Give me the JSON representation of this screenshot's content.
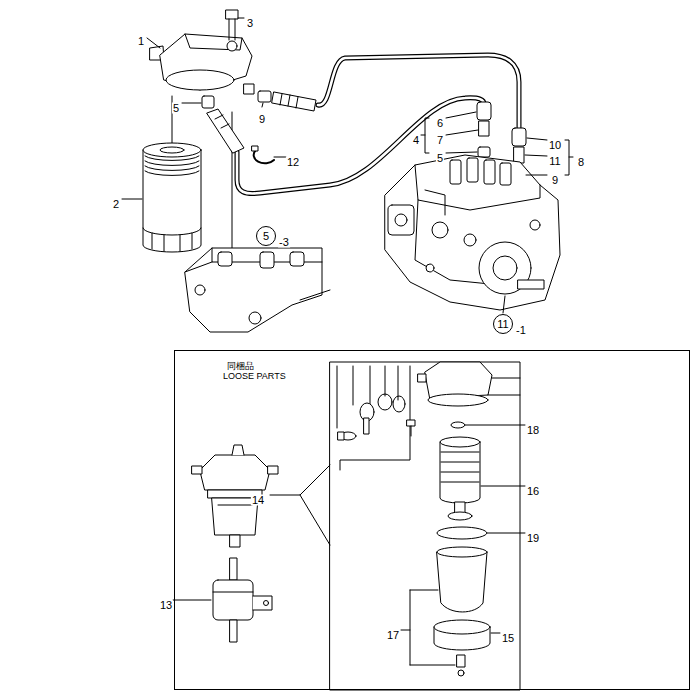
{
  "diagram": {
    "nodes": [
      {
        "text": [
          "同梱品",
          "LOOSE PARTS"
        ]
      },
      {
        "text": [
          "5"
        ]
      },
      {
        "text": [
          "11"
        ]
      }
    ],
    "labels": [
      "1",
      "3",
      "9",
      "5",
      "12",
      "6",
      "7",
      "4",
      "5",
      "2",
      "10",
      "11",
      "8",
      "9",
      "-3",
      "-1",
      "18",
      "16",
      "14",
      "19",
      "13",
      "15",
      "17"
    ]
  }
}
